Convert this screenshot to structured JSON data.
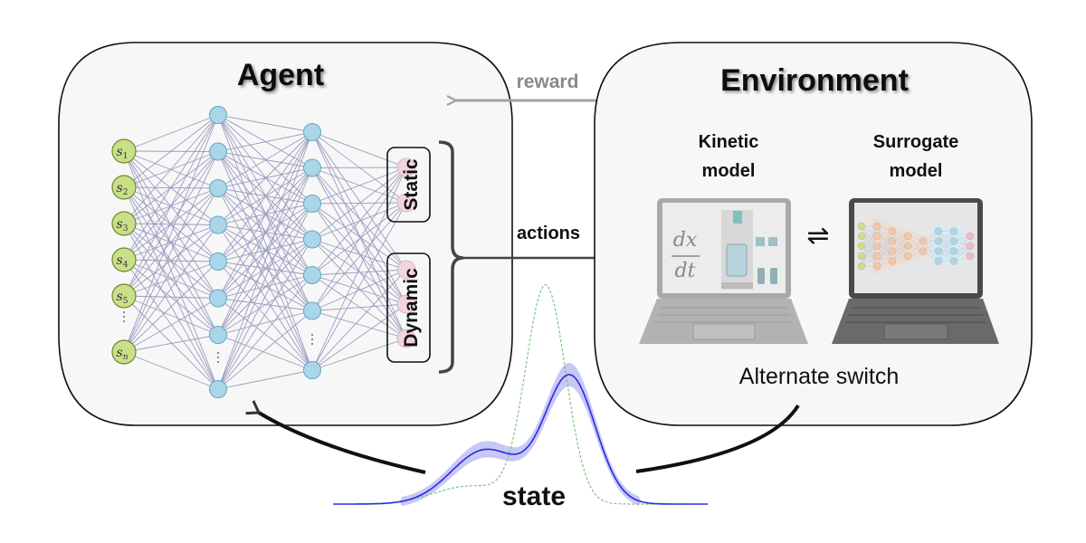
{
  "agent": {
    "title": "Agent",
    "inputs": [
      "s1",
      "s2",
      "s3",
      "s4",
      "s5",
      "sn"
    ],
    "input_labels": [
      {
        "base": "s",
        "sub": "1"
      },
      {
        "base": "s",
        "sub": "2"
      },
      {
        "base": "s",
        "sub": "3"
      },
      {
        "base": "s",
        "sub": "4"
      },
      {
        "base": "s",
        "sub": "5"
      },
      {
        "base": "s",
        "sub": "n"
      }
    ],
    "hidden_layer_1_nodes": 8,
    "hidden_layer_2_nodes": 7,
    "ellipsis": "⋮",
    "outputs": {
      "static_label": "Static",
      "static_nodes": 2,
      "dynamic_label": "Dynamic",
      "dynamic_nodes": 3
    }
  },
  "arrows": {
    "reward_label": "reward",
    "actions_label": "actions",
    "state_label": "state"
  },
  "environment": {
    "title": "Environment",
    "kinetic": {
      "title_line1": "Kinetic",
      "title_line2": "model",
      "equation_num": "dx",
      "equation_den": "dt"
    },
    "surrogate": {
      "title_line1": "Surrogate",
      "title_line2": "model"
    },
    "switch_symbol": "⇌",
    "footer": "Alternate switch"
  },
  "colors": {
    "panel_bg": "#f7f7f7",
    "panel_border": "#111111",
    "input_node": "#c9df8a",
    "input_node_border": "#6f8a2e",
    "hidden_node": "#a9d6e8",
    "hidden_node_border": "#6aa6bf",
    "output_node": "#f2d4dc",
    "edge": "#9c9cc0",
    "reward": "#a3a3a3",
    "state_line": "#2a2ae6",
    "state_band": "#c8c8f5",
    "state_dashed": "#7cc47c"
  }
}
